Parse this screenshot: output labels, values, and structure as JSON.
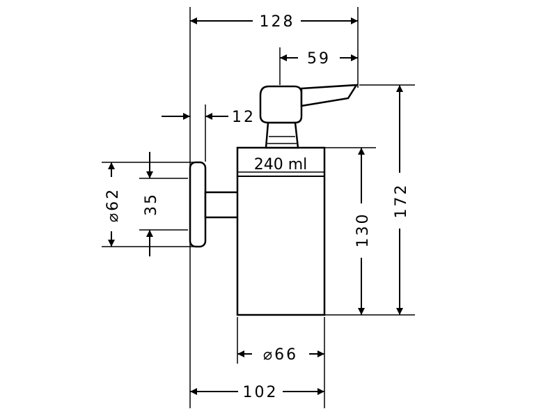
{
  "dimensions": {
    "overall_width": "128",
    "lever_reach": "59",
    "rosette_depth": "12",
    "rosette_diameter": "⌀62",
    "rosette_spacing": "35",
    "container_height": "130",
    "total_height": "172",
    "container_diameter": "⌀66",
    "projection": "102"
  },
  "container": {
    "capacity_label": "240 ml"
  }
}
